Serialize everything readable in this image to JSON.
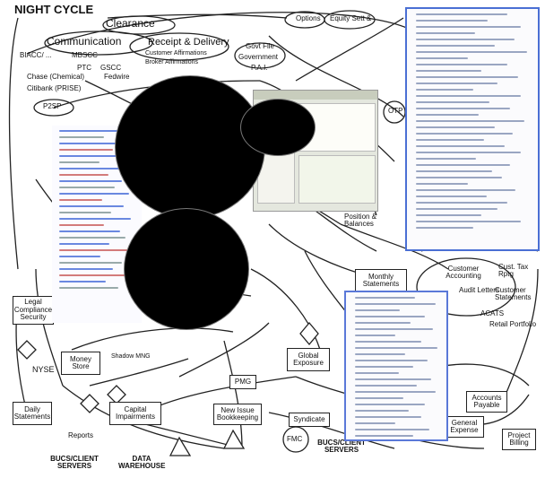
{
  "diagram": {
    "title": "NIGHT CYCLE",
    "labels": {
      "clearance": "Clearance",
      "communication": "Communication",
      "receipt_delivery": "Receipt & Delivery",
      "customer_affirmations": "Customer Affirmations",
      "broker_affirmations": "Broker Affirmations",
      "options": "Options",
      "equity_sett": "Equity Sett &",
      "biacc": "BIACC/ ...",
      "mbscc": "MBSCC",
      "ptc": "PTC",
      "gscc": "GSCC",
      "fedwire": "Fedwire",
      "chase": "Chase (Chemical)",
      "citibank": "Citibank (PRISE)",
      "gov_file": "Govt File",
      "government": "Government",
      "pai": "P.A.I.",
      "p2sp": "P2SP",
      "otp": "OTP",
      "position_balances": "Position & Balances",
      "monthly_statements": "Monthly Statements",
      "customer_accounting": "Customer Accounting",
      "audit_letters": "Audit Letters",
      "cust_tax_rptg": "Cust. Tax Rptg",
      "customer_statements": "Customer Statements",
      "acats": "ACATS",
      "retail_portfolio": "Retail Portfolio",
      "legal_compliance": "Legal Compliance Security",
      "nyse": "NYSE",
      "money_store": "Money Store",
      "shadow_mng": "Shadow MNG",
      "daily_statements": "Daily Statements",
      "reports": "Reports",
      "capital_impairments": "Capital Impairments",
      "pmg": "PMG",
      "global_exposure": "Global Exposure",
      "new_issue_bookkeeping": "New Issue Bookkeeping",
      "syndicate": "Syndicate",
      "accounts_payable": "Accounts Payable",
      "general_expense": "General Expense",
      "project_billing": "Project Billing",
      "bucs_client_servers_left": "BUCS/CLIENT SERVERS",
      "data_warehouse": "DATA WAREHOUSE",
      "bucs_client_servers_right": "BUCS/CLIENT SERVERS",
      "fmc": "FMC"
    }
  }
}
